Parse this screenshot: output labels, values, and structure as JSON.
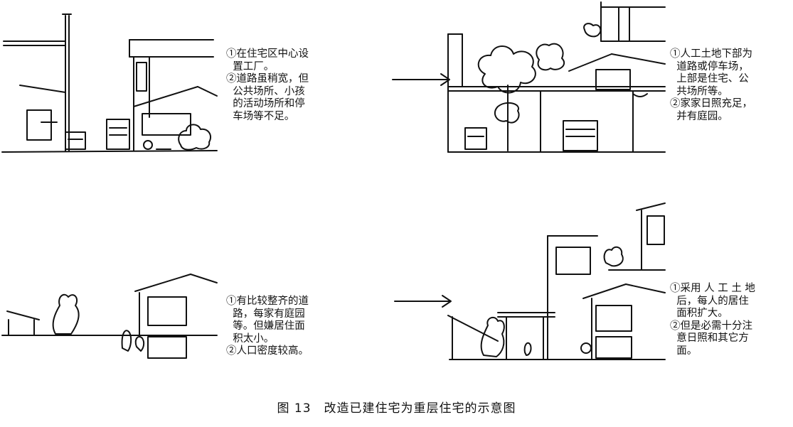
{
  "panels": [
    {
      "notes": [
        "①在住宅区中心设",
        "  置工厂。",
        "②道路虽稍宽，但",
        "  公共场所、小孩",
        "  的活动场所和停",
        "  车场等不足。"
      ]
    },
    {
      "notes": [
        "①人工土地下部为",
        "  道路或停车场，",
        "  上部是住宅、公",
        "  共场所等。",
        "②家家日照充足，",
        "  并有庭园。"
      ]
    },
    {
      "notes": [
        "①有比较整齐的道",
        "  路，每家有庭园",
        "  等。但嫌居住面",
        "  积太小。",
        "②人口密度较高。"
      ]
    },
    {
      "notes": [
        "①采用 人 工 土 地",
        "  后，每人的居住",
        "  面积扩大。",
        "②但是必需十分注",
        "  意日照和其它方",
        "  面。"
      ]
    }
  ],
  "caption": {
    "figure": "图 13",
    "text": "改造已建住宅为重层住宅的示意图"
  }
}
